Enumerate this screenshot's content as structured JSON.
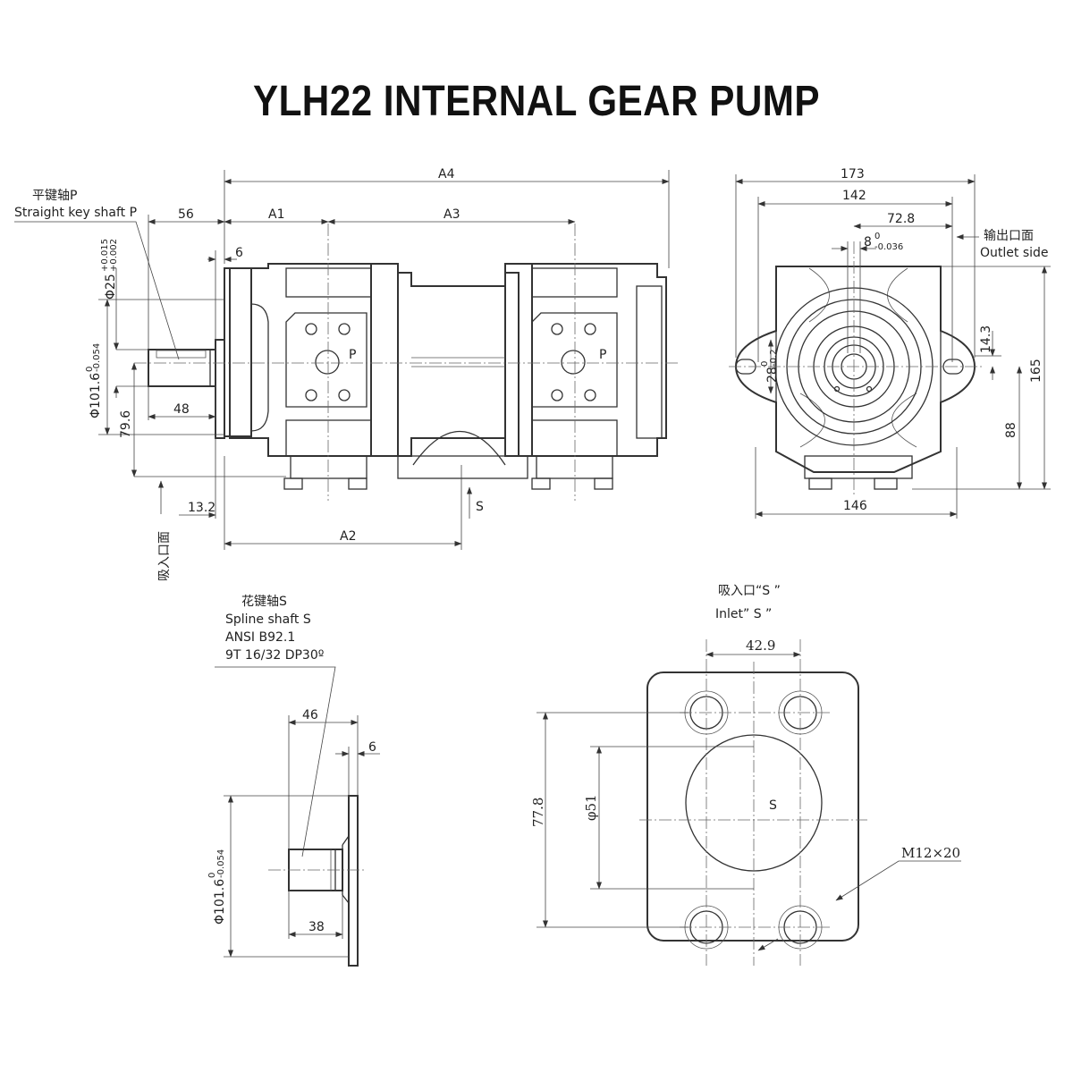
{
  "title": "YLH22 INTERNAL GEAR PUMP",
  "straight_key": {
    "cn": "平键轴P",
    "en": "Straight key shaft P"
  },
  "outlet": {
    "cn": "输出口面",
    "en": "Outlet side"
  },
  "inlet_side_cn": "吸入口面",
  "spline": {
    "cn": "花键轴S",
    "l1": "Spline shaft S",
    "l2": "ANSI B92.1",
    "l3": "9T 16/32 DP30º"
  },
  "inlet_flange": {
    "cn": "吸入口“S ”",
    "en": "Inlet” S ”"
  },
  "front_dims": {
    "a4": "A4",
    "a1": "A1",
    "a3": "A3",
    "a2": "A2",
    "d56": "56",
    "d6": "6",
    "d48": "48",
    "d13_2": "13.2",
    "d79_6": "79.6",
    "d101_6": "Φ101.6",
    "tol_101_up": "0",
    "tol_101_lo": "-0.054",
    "d25": "Φ25",
    "tol_25_up": "+0.015",
    "tol_25_lo": "+0.002",
    "port_p": "P",
    "s": "S"
  },
  "side_dims": {
    "d173": "173",
    "d142": "142",
    "d72_8": "72.8",
    "d8": "8",
    "tol8_up": "0",
    "tol8_lo": "-0.036",
    "d14_3": "14.3",
    "d28": "28",
    "tol28_up": "0",
    "tol28_lo": "-0.2",
    "d165": "165",
    "d88": "88",
    "d146": "146"
  },
  "spline_dims": {
    "d46": "46",
    "d6": "6",
    "d38": "38",
    "d101_6": "Φ101.6",
    "tol_up": "0",
    "tol_lo": "-0.054"
  },
  "flange_dims": {
    "d42_9": "42.9",
    "d77_8": "77.8",
    "d51": "φ51",
    "s": "S",
    "m12": "M12×20"
  }
}
